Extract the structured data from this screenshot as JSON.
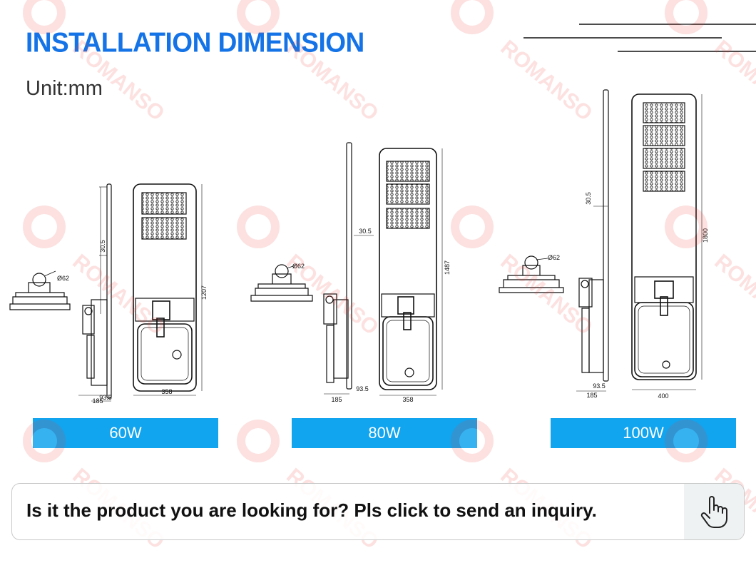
{
  "header": {
    "title": "INSTALLATION DIMENSION",
    "unit_label": "Unit:mm"
  },
  "watermark": {
    "brand": "ROMANSO"
  },
  "products": [
    {
      "caption": "60W",
      "dims": {
        "height": "1207",
        "width": "358",
        "arm_len": "185",
        "arm_off": "93.5",
        "bracket": "30.5",
        "pole": "Ø62"
      }
    },
    {
      "caption": "80W",
      "dims": {
        "height": "1487",
        "width": "358",
        "arm_len": "185",
        "arm_off": "93.5",
        "bracket": "30.5",
        "pole": "Ø62"
      }
    },
    {
      "caption": "100W",
      "dims": {
        "height": "1800",
        "width": "400",
        "arm_len": "185",
        "arm_off": "93.5",
        "bracket": "30.5",
        "pole": "Ø62"
      }
    }
  ],
  "inquiry": {
    "text": "Is it the product you are looking for? Pls click to send an inquiry.",
    "icon": "pointing-hand-icon"
  },
  "colors": {
    "title": "#1473e6",
    "caption_bg": "#11a4ef",
    "watermark": "#e8403a"
  }
}
